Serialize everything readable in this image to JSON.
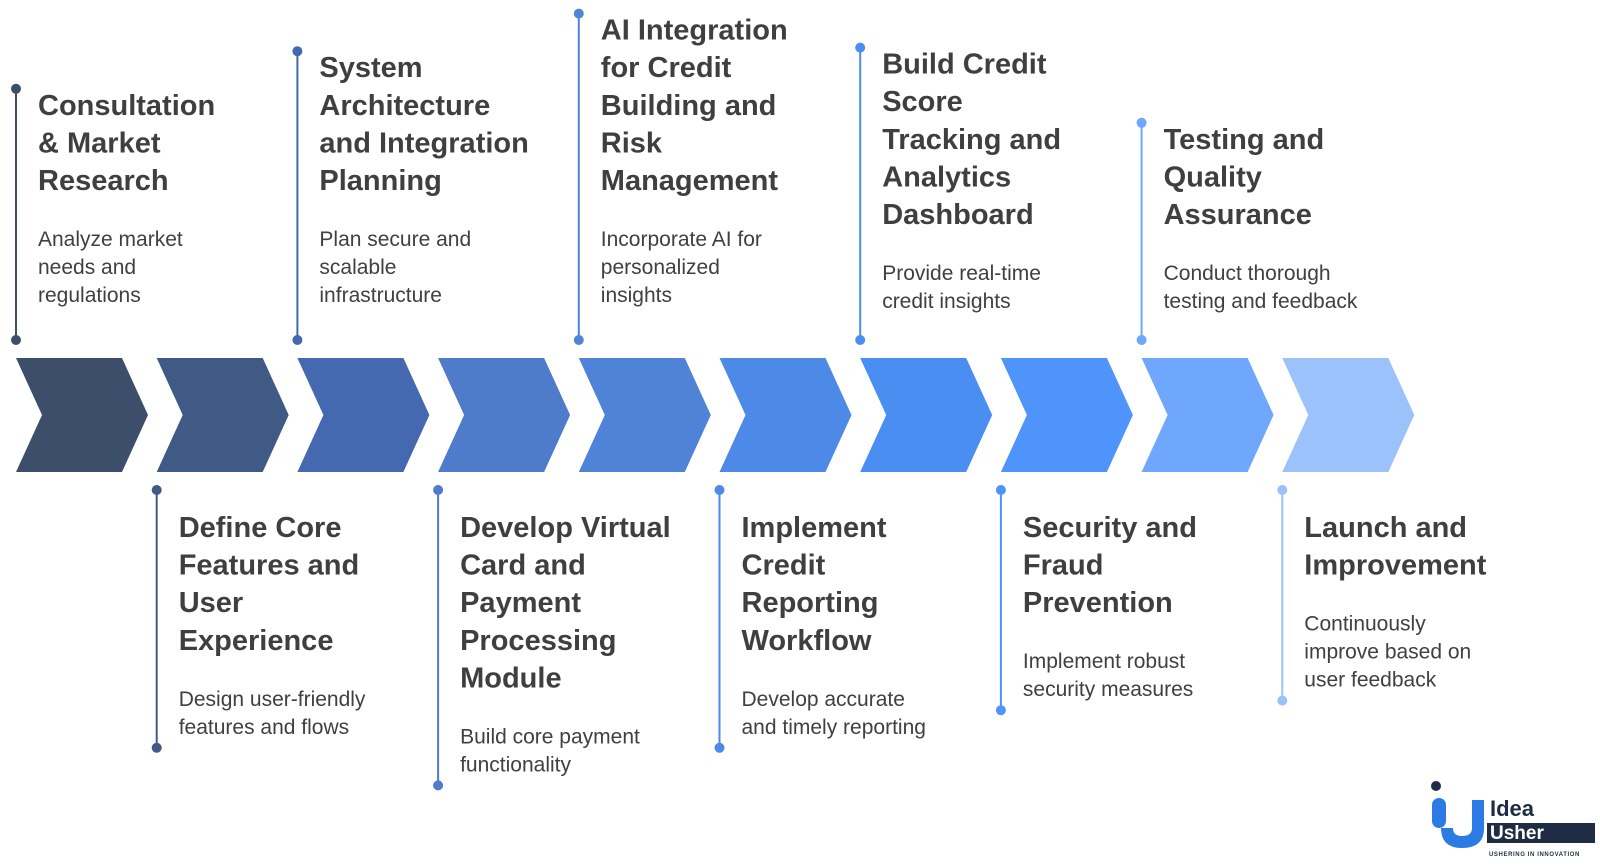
{
  "steps": [
    {
      "title_lines": [
        "Consultation",
        "& Market",
        "Research"
      ],
      "desc_lines": [
        "Analyze market",
        "needs and",
        "regulations"
      ],
      "color": "#3d4e6b"
    },
    {
      "title_lines": [
        "Define Core",
        "Features and",
        "User",
        "Experience"
      ],
      "desc_lines": [
        "Design user-friendly",
        "features and flows"
      ],
      "color": "#3f5a85"
    },
    {
      "title_lines": [
        "System",
        "Architecture",
        "and Integration",
        "Planning"
      ],
      "desc_lines": [
        "Plan secure and",
        "scalable",
        "infrastructure"
      ],
      "color": "#4569b0"
    },
    {
      "title_lines": [
        "Develop Virtual",
        "Card and",
        "Payment",
        "Processing",
        "Module"
      ],
      "desc_lines": [
        "Build core payment",
        "functionality"
      ],
      "color": "#4e7bca"
    },
    {
      "title_lines": [
        "AI Integration",
        "for Credit",
        "Building and",
        "Risk",
        "Management"
      ],
      "desc_lines": [
        "Incorporate AI for",
        "personalized",
        "insights"
      ],
      "color": "#4f83d8"
    },
    {
      "title_lines": [
        "Implement",
        "Credit",
        "Reporting",
        "Workflow"
      ],
      "desc_lines": [
        "Develop accurate",
        "and timely reporting"
      ],
      "color": "#4d89e6"
    },
    {
      "title_lines": [
        "Build Credit",
        "Score",
        "Tracking and",
        "Analytics",
        "Dashboard"
      ],
      "desc_lines": [
        "Provide real-time",
        "credit insights"
      ],
      "color": "#4a8ef2"
    },
    {
      "title_lines": [
        "Security and",
        "Fraud",
        "Prevention"
      ],
      "desc_lines": [
        "Implement robust",
        "security measures"
      ],
      "color": "#4f94fa"
    },
    {
      "title_lines": [
        "Testing and",
        "Quality",
        "Assurance"
      ],
      "desc_lines": [
        "Conduct thorough",
        "testing and feedback"
      ],
      "color": "#6ea7fb"
    },
    {
      "title_lines": [
        "Launch and",
        "Improvement"
      ],
      "desc_lines": [
        "Continuously",
        "improve based on",
        "user feedback"
      ],
      "color": "#9cc2fc"
    }
  ],
  "logo": {
    "line1": "Idea",
    "line2": "Usher",
    "tagline": "USHERING IN INNOVATION",
    "colors": {
      "blue": "#2c7be5",
      "dark": "#1f2d44"
    }
  }
}
